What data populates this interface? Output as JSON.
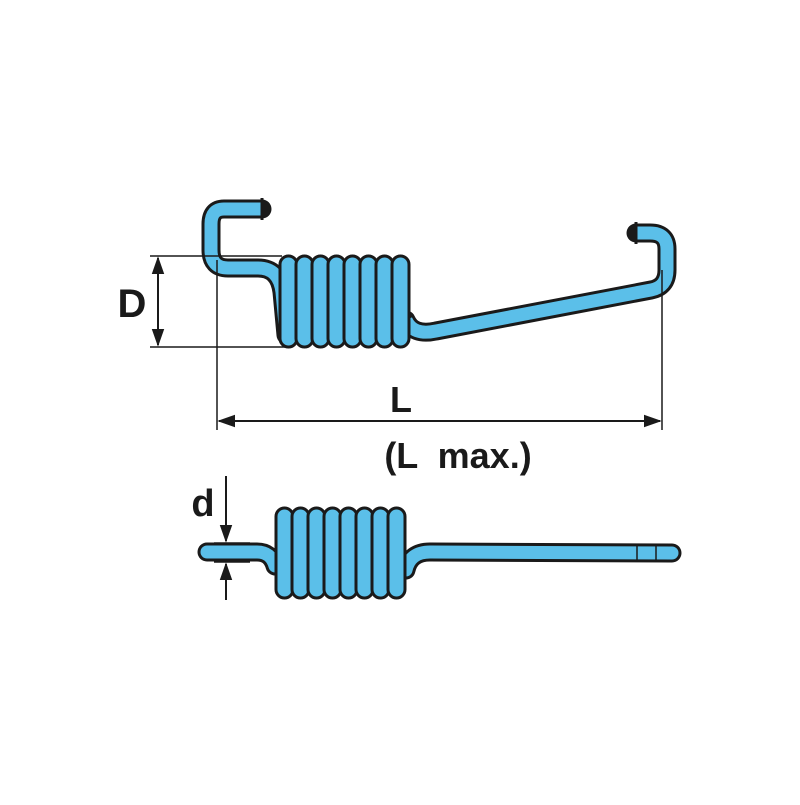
{
  "colors": {
    "spring_fill": "#5bbfe9",
    "outline": "#1a1a1a",
    "background": "#ffffff"
  },
  "labels": {
    "coil_diameter": "D",
    "length": "L",
    "length_max": "(L  max.)",
    "wire_diameter": "d"
  }
}
